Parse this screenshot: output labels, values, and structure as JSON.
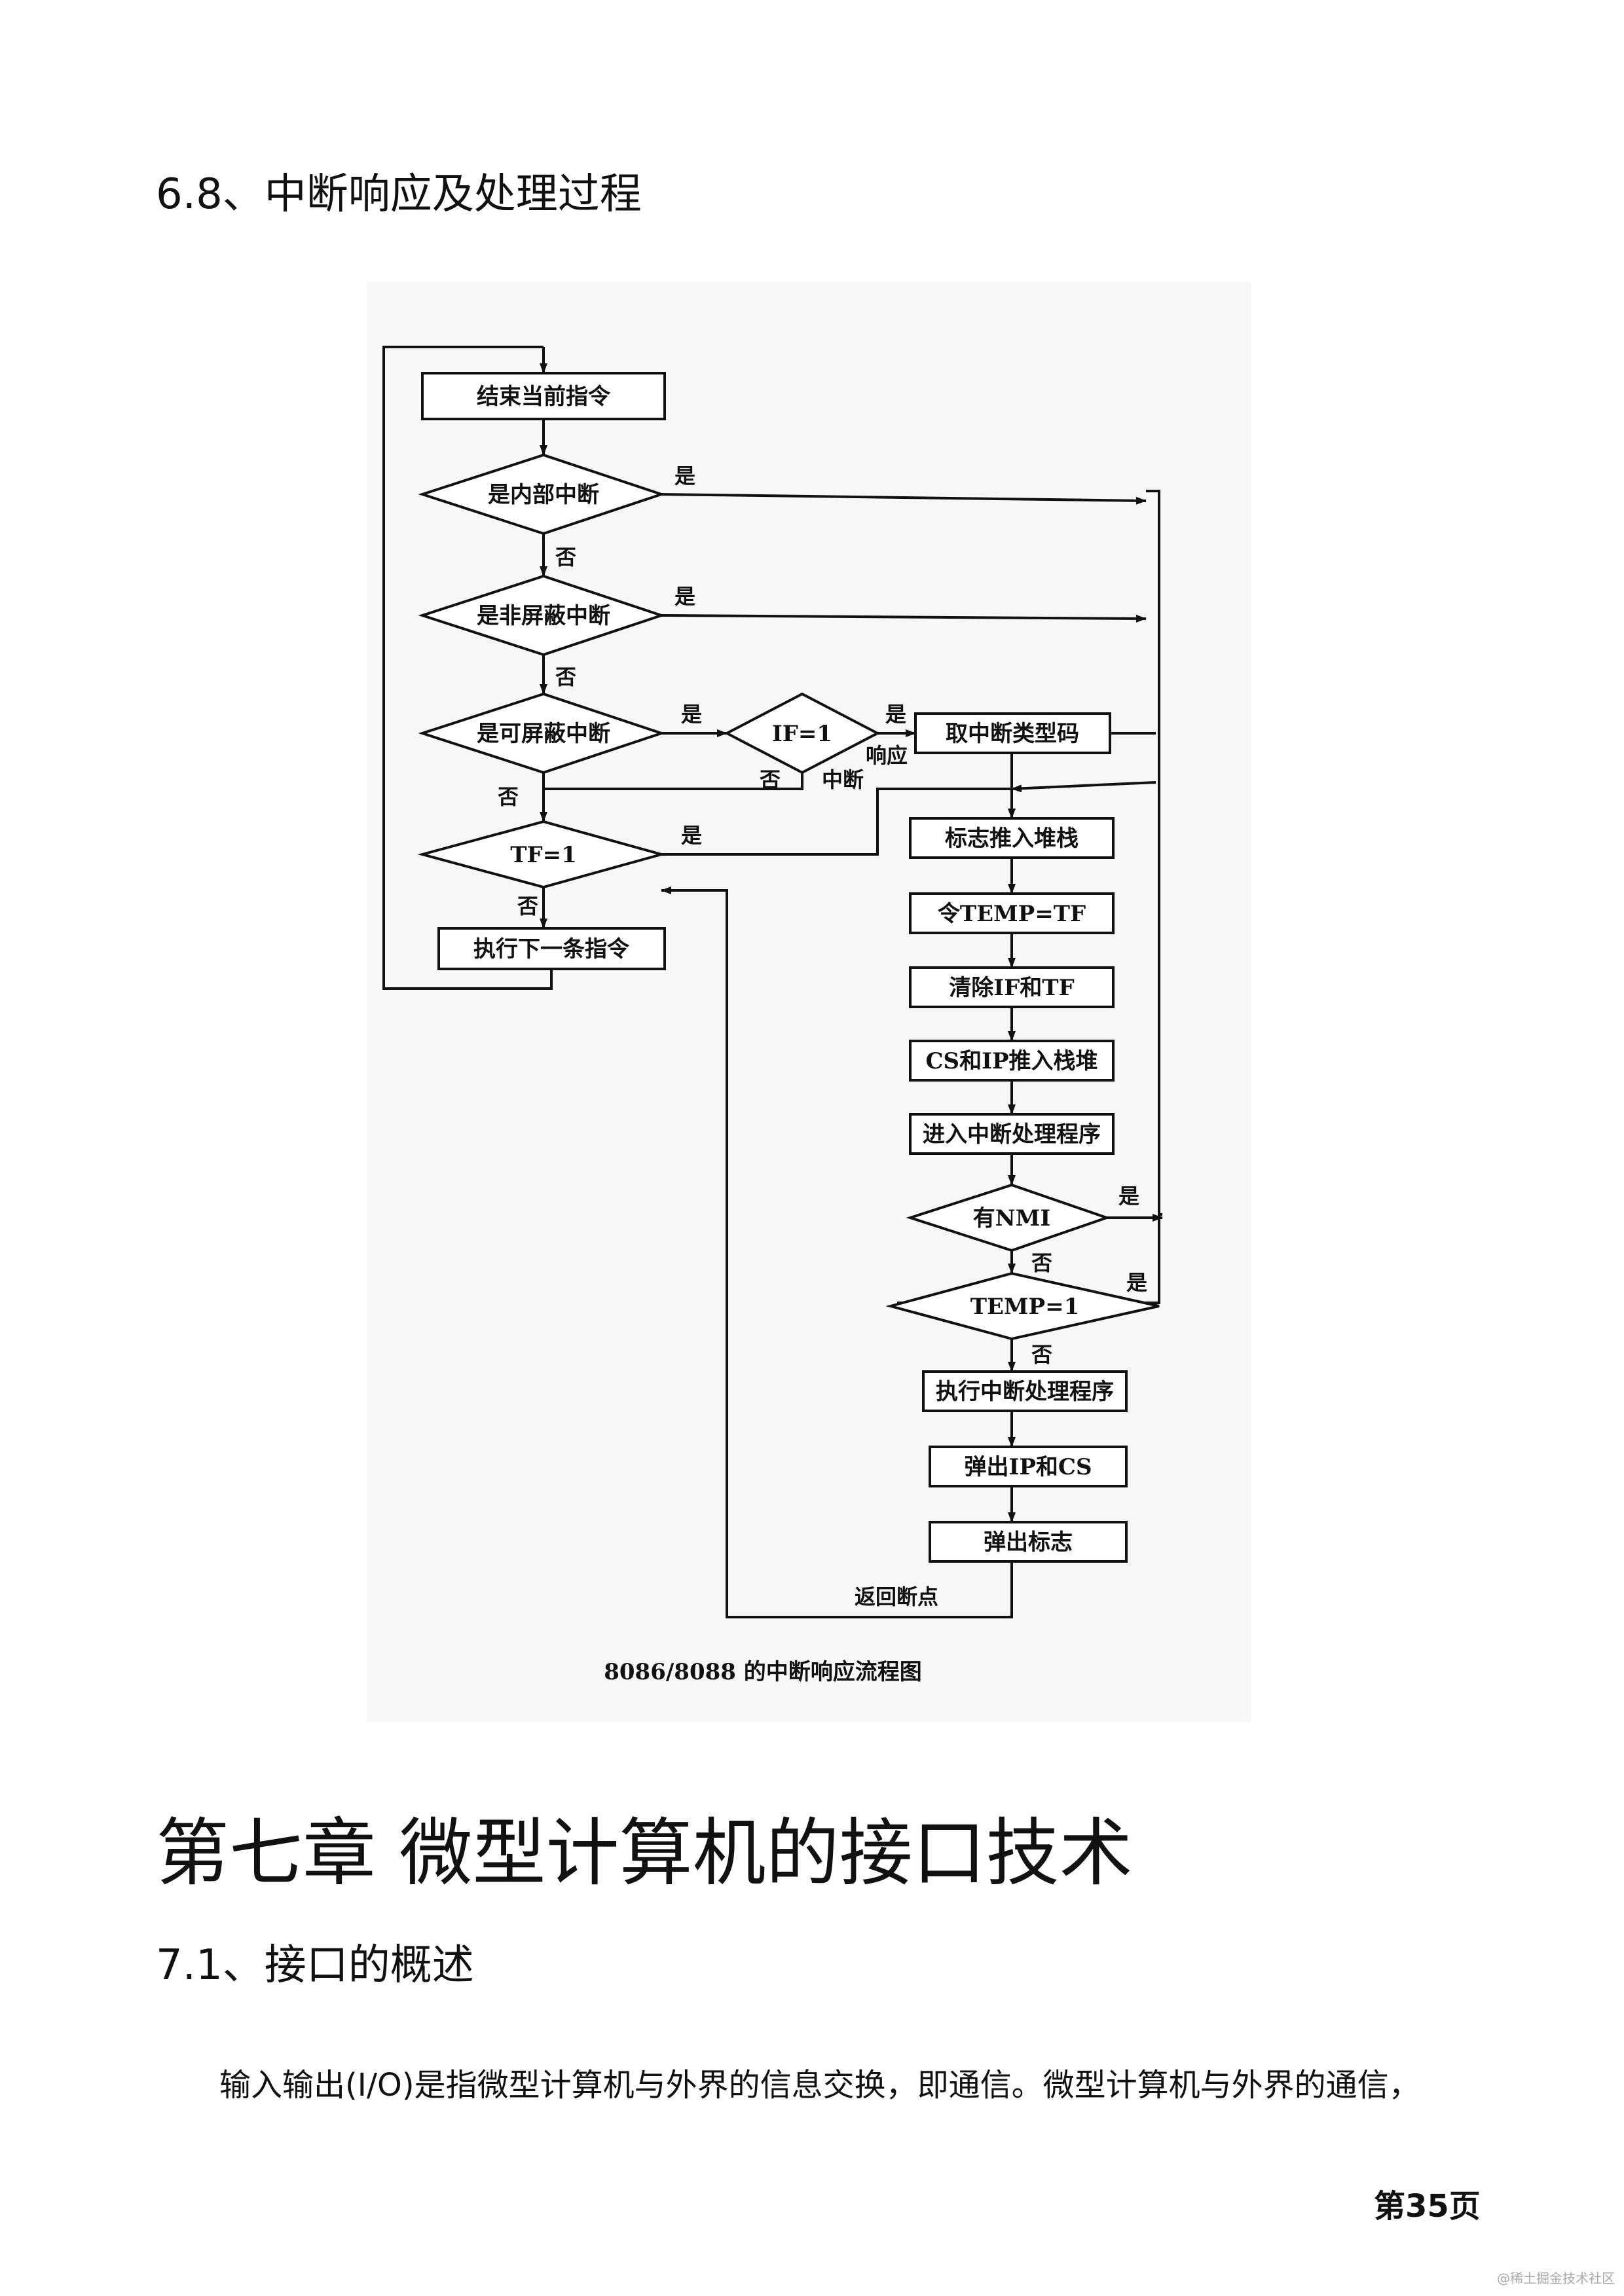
{
  "section_6_8": {
    "title": "6.8、中断响应及处理过程"
  },
  "flowchart": {
    "caption": "8086/8088 的中断响应流程图",
    "nodes": {
      "end_current": "结束当前指令",
      "internal": "是内部中断",
      "nmi_check": "是非屏蔽中断",
      "maskable": "是可屏蔽中断",
      "if1": "IF=1",
      "tf1": "TF=1",
      "next_instr": "执行下一条指令",
      "get_type": "取中断类型码",
      "push_flags": "标志推入堆栈",
      "temp_tf": "令TEMP=TF",
      "clear_if_tf": "清除IF和TF",
      "push_cs_ip": "CS和IP推入栈堆",
      "enter_isr": "进入中断处理程序",
      "has_nmi": "有NMI",
      "temp1": "TEMP=1",
      "exec_isr": "执行中断处理程序",
      "pop_ip_cs": "弹出IP和CS",
      "pop_flags": "弹出标志"
    },
    "labels": {
      "yes": "是",
      "no": "否",
      "respond": "响应",
      "interrupt": "中断",
      "return_bp": "返回断点"
    }
  },
  "chapter_7": {
    "title": "第七章  微型计算机的接口技术"
  },
  "section_7_1": {
    "title": "7.1、接口的概述"
  },
  "paragraph": {
    "text": "输入输出(I/O)是指微型计算机与外界的信息交换，即通信。微型计算机与外界的通信，"
  },
  "page_number": "第35页",
  "watermark": "@稀土掘金技术社区"
}
